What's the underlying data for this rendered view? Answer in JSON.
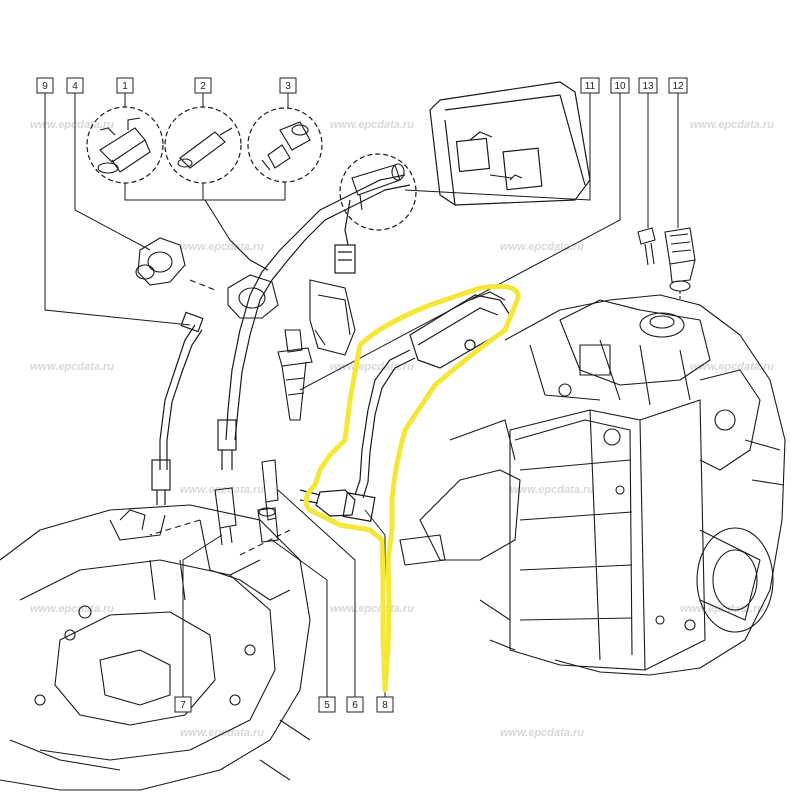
{
  "callouts": {
    "c1": "1",
    "c2": "2",
    "c3": "3",
    "c4": "4",
    "c5": "5",
    "c6": "6",
    "c7": "7",
    "c8": "8",
    "c9": "9",
    "c10": "10",
    "c11": "11",
    "c12": "12",
    "c13": "13"
  },
  "watermark": "www.epcdata.ru",
  "colors": {
    "highlight": "#f5e63a",
    "line": "#1a1a1a",
    "watermark": "#d8d8d8"
  }
}
